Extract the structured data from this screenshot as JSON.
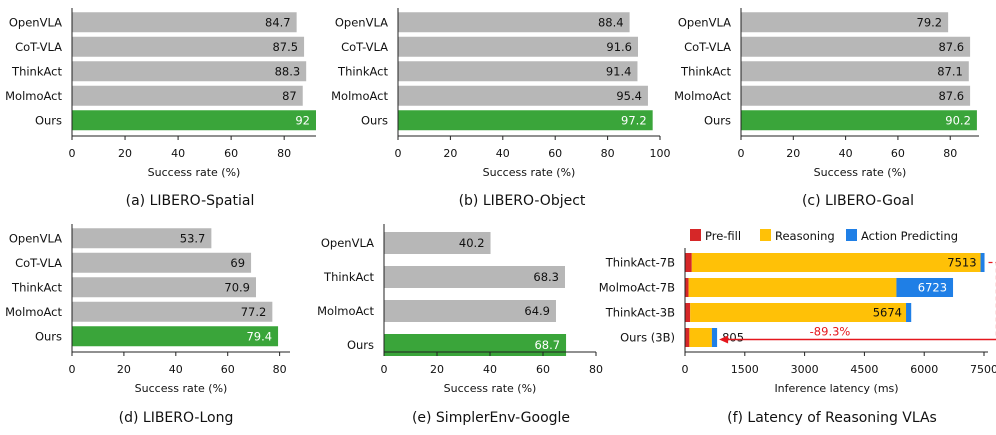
{
  "colors": {
    "bar_gray": "#b7b7b7",
    "bar_green": "#3aa53a",
    "prefill": "#d62728",
    "reasoning": "#ffc107",
    "action": "#1f7fe6",
    "annotation": "#e5171d"
  },
  "chart_data": [
    {
      "type": "bar",
      "orientation": "horizontal",
      "caption": "(a) LIBERO-Spatial",
      "categories": [
        "OpenVLA",
        "CoT-VLA",
        "ThinkAct",
        "MolmoAct",
        "Ours"
      ],
      "values": [
        84.7,
        87.5,
        88.3,
        87.0,
        92.0
      ],
      "xlabel": "Success rate (%)",
      "xlim": [
        0,
        92
      ],
      "xticks": [
        0,
        20,
        40,
        60,
        80
      ],
      "highlight": "Ours"
    },
    {
      "type": "bar",
      "orientation": "horizontal",
      "caption": "(b) LIBERO-Object",
      "categories": [
        "OpenVLA",
        "CoT-VLA",
        "ThinkAct",
        "MolmoAct",
        "Ours"
      ],
      "values": [
        88.4,
        91.6,
        91.4,
        95.4,
        97.2
      ],
      "xlabel": "Success rate (%)",
      "xlim": [
        0,
        100
      ],
      "xticks": [
        0,
        20,
        40,
        60,
        80,
        100
      ],
      "highlight": "Ours"
    },
    {
      "type": "bar",
      "orientation": "horizontal",
      "caption": "(c) LIBERO-Goal",
      "categories": [
        "OpenVLA",
        "CoT-VLA",
        "ThinkAct",
        "MolmoAct",
        "Ours"
      ],
      "values": [
        79.2,
        87.6,
        87.1,
        87.6,
        90.2
      ],
      "xlabel": "Success rate (%)",
      "xlim": [
        0,
        91
      ],
      "xticks": [
        0,
        20,
        40,
        60,
        80
      ],
      "highlight": "Ours"
    },
    {
      "type": "bar",
      "orientation": "horizontal",
      "caption": "(d) LIBERO-Long",
      "categories": [
        "OpenVLA",
        "CoT-VLA",
        "ThinkAct",
        "MolmoAct",
        "Ours"
      ],
      "values": [
        53.7,
        69.0,
        70.9,
        77.2,
        79.4
      ],
      "xlabel": "Success rate (%)",
      "xlim": [
        0,
        84
      ],
      "xticks": [
        0,
        20,
        40,
        60,
        80
      ],
      "highlight": "Ours"
    },
    {
      "type": "bar",
      "orientation": "horizontal",
      "caption": "(e) SimplerEnv-Google",
      "categories": [
        "OpenVLA",
        "ThinkAct",
        "MolmoAct",
        "Ours"
      ],
      "values": [
        40.2,
        68.3,
        64.9,
        68.7
      ],
      "xlabel": "Success rate (%)",
      "xlim": [
        0,
        80
      ],
      "xticks": [
        0,
        20,
        40,
        60,
        80
      ],
      "highlight": "Ours"
    },
    {
      "type": "bar",
      "orientation": "horizontal",
      "stacked": true,
      "caption": "(f) Latency of Reasoning VLAs",
      "categories": [
        "ThinkAct-7B",
        "MolmoAct-7B",
        "ThinkAct-3B",
        "Ours (3B)"
      ],
      "totals": [
        7513,
        6723,
        5674,
        805
      ],
      "series": [
        {
          "name": "Pre-fill",
          "values": [
            170,
            90,
            130,
            110
          ]
        },
        {
          "name": "Reasoning",
          "values": [
            7243,
            5213,
            5414,
            565
          ]
        },
        {
          "name": "Action Predicting",
          "values": [
            100,
            1420,
            130,
            130
          ]
        }
      ],
      "xlabel": "Inference latency (ms)",
      "xlim": [
        0,
        7600
      ],
      "xticks": [
        0,
        1500,
        3000,
        4500,
        6000,
        7500
      ],
      "annotation": "-89.3%",
      "legend": "top"
    }
  ]
}
